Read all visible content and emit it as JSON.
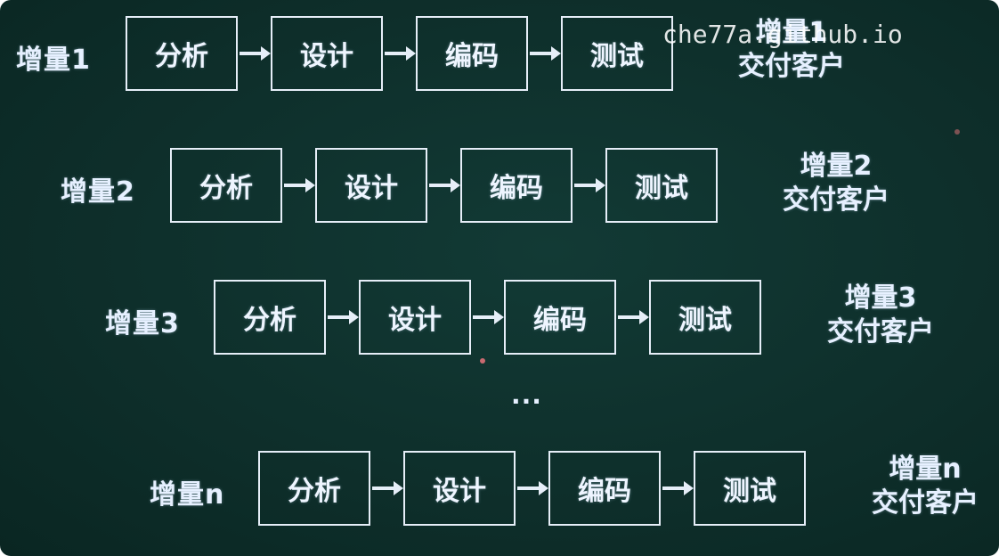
{
  "watermark": "che77a.github.io",
  "rows": [
    {
      "label": "增量1",
      "steps": [
        "分析",
        "设计",
        "编码",
        "测试"
      ],
      "delivery_line1": "增量1",
      "delivery_line2": "交付客户"
    },
    {
      "label": "增量2",
      "steps": [
        "分析",
        "设计",
        "编码",
        "测试"
      ],
      "delivery_line1": "增量2",
      "delivery_line2": "交付客户"
    },
    {
      "label": "增量3",
      "steps": [
        "分析",
        "设计",
        "编码",
        "测试"
      ],
      "delivery_line1": "增量3",
      "delivery_line2": "交付客户"
    },
    {
      "label": "增量n",
      "steps": [
        "分析",
        "设计",
        "编码",
        "测试"
      ],
      "delivery_line1": "增量n",
      "delivery_line2": "交付客户"
    }
  ],
  "ellipsis": "···",
  "colors": {
    "background": "#0e2f2b",
    "foreground": "#e6eef8"
  }
}
